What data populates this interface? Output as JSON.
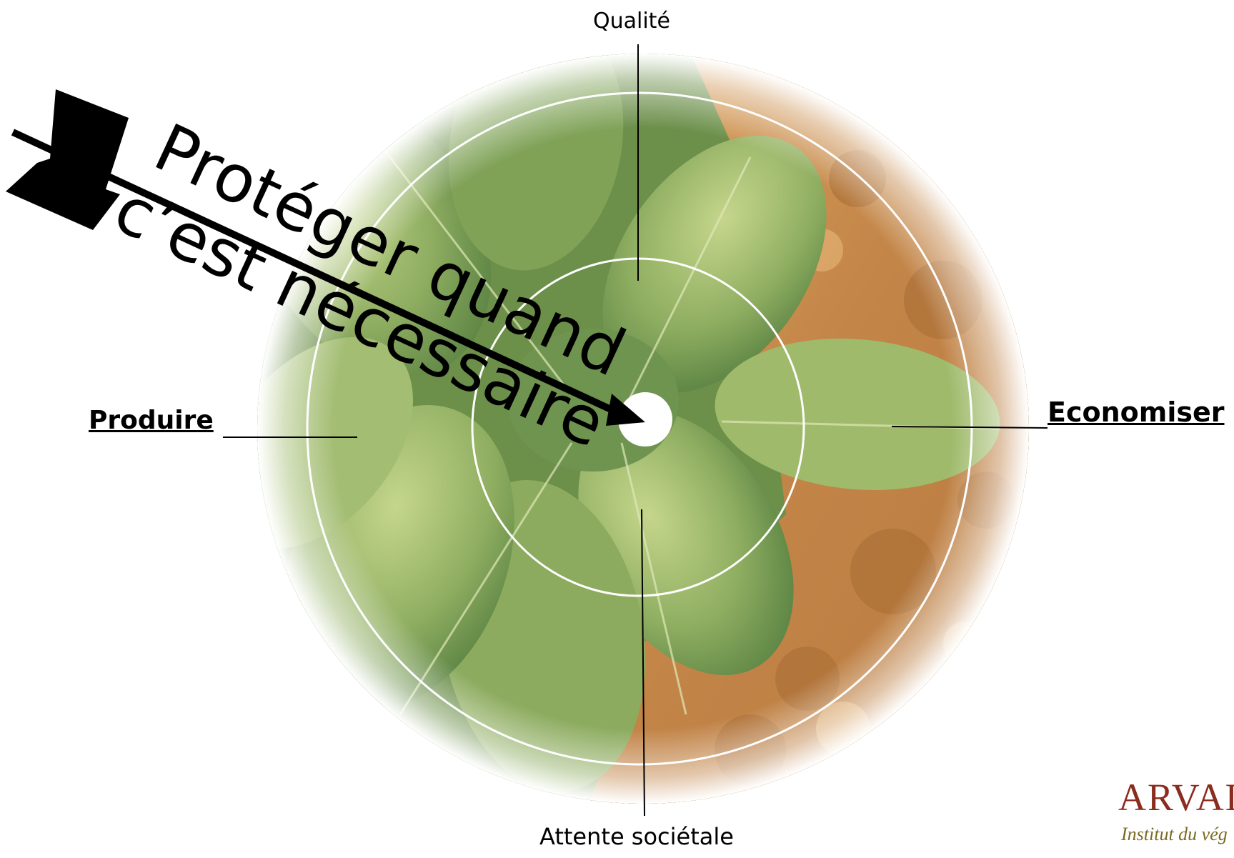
{
  "slogan": {
    "line1": "Protéger quand",
    "line2": "c’est nécessaire"
  },
  "axes": {
    "top": "Qualité",
    "bottom": "Attente sociétale",
    "left": "Produire",
    "right": "Economiser"
  },
  "logo": {
    "name": "ARVAL",
    "tagline": "Institut du vég"
  },
  "colors": {
    "leaf_dark": "#4f7a3c",
    "leaf_light": "#b9cc7c",
    "soil": "#c8914f",
    "logo_red": "#8a2c1e"
  },
  "icons": [
    "arrow-icon",
    "target-icon"
  ]
}
